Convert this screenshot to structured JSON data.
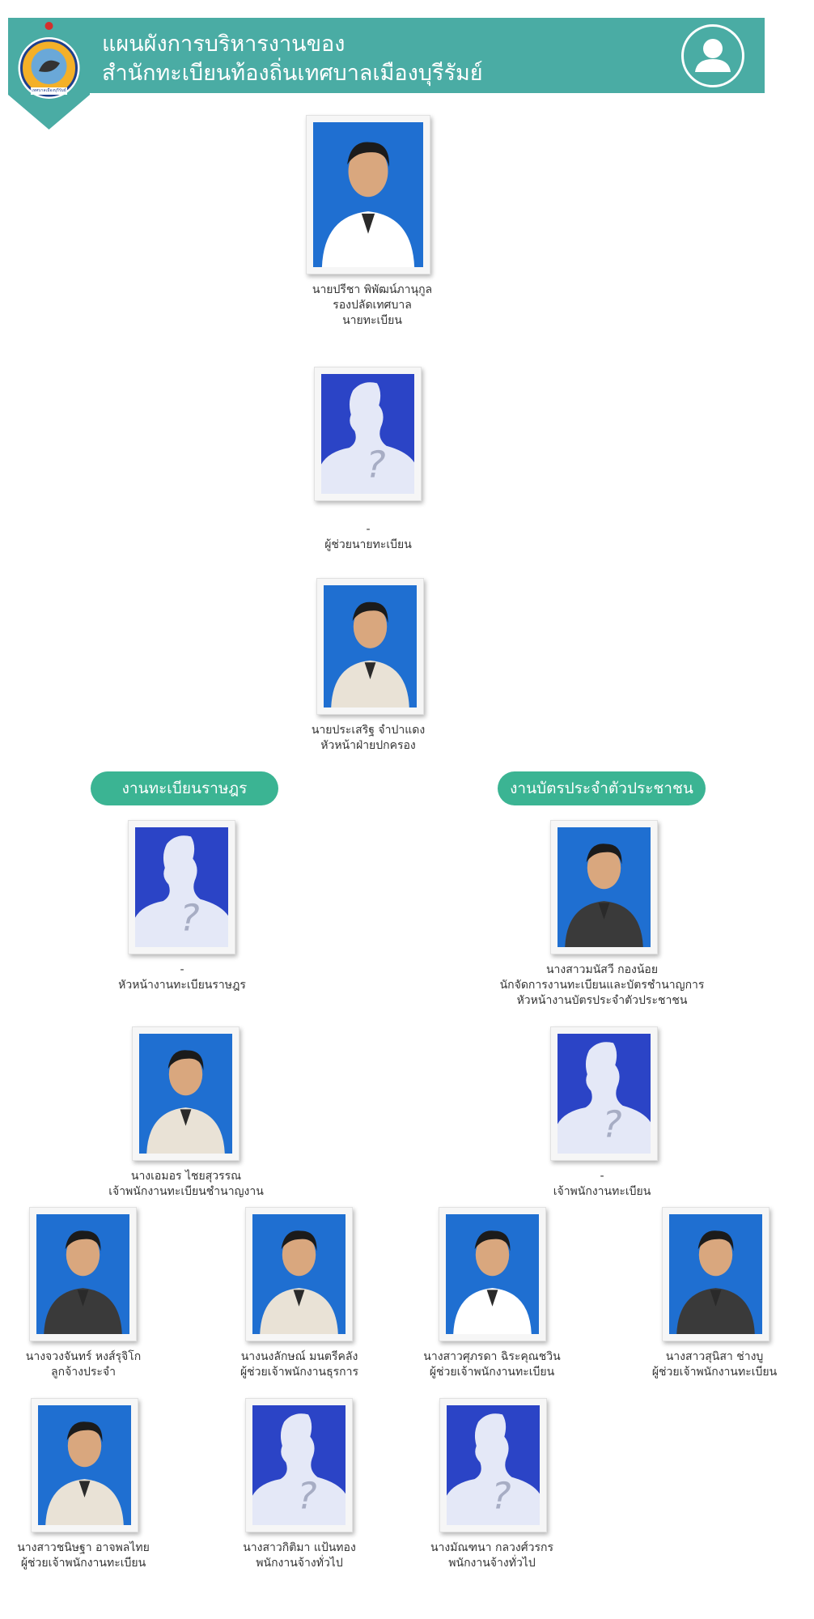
{
  "header": {
    "title_line1": "แผนผังการบริหารงานของ",
    "title_line2": "สำนักทะเบียนท้องถิ่นเทศบาลเมืองบุรีรัมย์",
    "logo_text": "เทศบาลเมืองบุรีรัมย์",
    "header_color": "#4aaca4",
    "user_icon": "user-icon"
  },
  "sections": {
    "civil_registration": "งานทะเบียนราษฎร",
    "id_card": "งานบัตรประจำตัวประชาชน"
  },
  "people": [
    {
      "photo": "photo",
      "lines": [
        "นายปรีชา  พิพัฒน์ภานุกูล",
        "รองปลัดเทศบาล",
        "นายทะเบียน"
      ]
    },
    {
      "photo": "placeholder",
      "lines": [
        "-",
        "ผู้ช่วยนายทะเบียน"
      ]
    },
    {
      "photo": "photo",
      "lines": [
        "นายประเสริฐ  จำปาแดง",
        "หัวหน้าฝ่ายปกครอง"
      ]
    },
    {
      "photo": "placeholder",
      "lines": [
        "-",
        "หัวหน้างานทะเบียนราษฎร"
      ]
    },
    {
      "photo": "photo",
      "lines": [
        "นางสาวมนัสวี กองน้อย",
        "นักจัดการงานทะเบียนและบัตรชำนาญการ",
        "หัวหน้างานบัตรประจำตัวประชาชน"
      ]
    },
    {
      "photo": "photo",
      "lines": [
        "นางเอมอร  ไชยสุวรรณ",
        "เจ้าพนักงานทะเบียนชำนาญงาน"
      ]
    },
    {
      "photo": "placeholder",
      "lines": [
        "-",
        "เจ้าพนักงานทะเบียน"
      ]
    },
    {
      "photo": "photo",
      "lines": [
        "นางจวงจันทร์  หงส์รุจิโก",
        "ลูกจ้างประจำ"
      ]
    },
    {
      "photo": "photo",
      "lines": [
        "นางนงลักษณ์  มนตรีคลัง",
        "ผู้ช่วยเจ้าพนักงานธุรการ"
      ]
    },
    {
      "photo": "photo",
      "lines": [
        "นางสาวศุภรดา ฉิระคุณชวิน",
        "ผู้ช่วยเจ้าพนักงานทะเบียน"
      ]
    },
    {
      "photo": "photo",
      "lines": [
        "นางสาวสุนิสา  ช่างบู",
        "ผู้ช่วยเจ้าพนักงานทะเบียน"
      ]
    },
    {
      "photo": "photo",
      "lines": [
        "นางสาวชนิษฐา  อาจพลไทย",
        "ผู้ช่วยเจ้าพนักงานทะเบียน"
      ]
    },
    {
      "photo": "placeholder",
      "lines": [
        "นางสาวกิติมา  แป้นทอง",
        "พนักงานจ้างทั่วไป"
      ]
    },
    {
      "photo": "placeholder",
      "lines": [
        "นางมัณฑนา  กลวงศ์วรกร",
        "พนักงานจ้างทั่วไป"
      ]
    }
  ]
}
